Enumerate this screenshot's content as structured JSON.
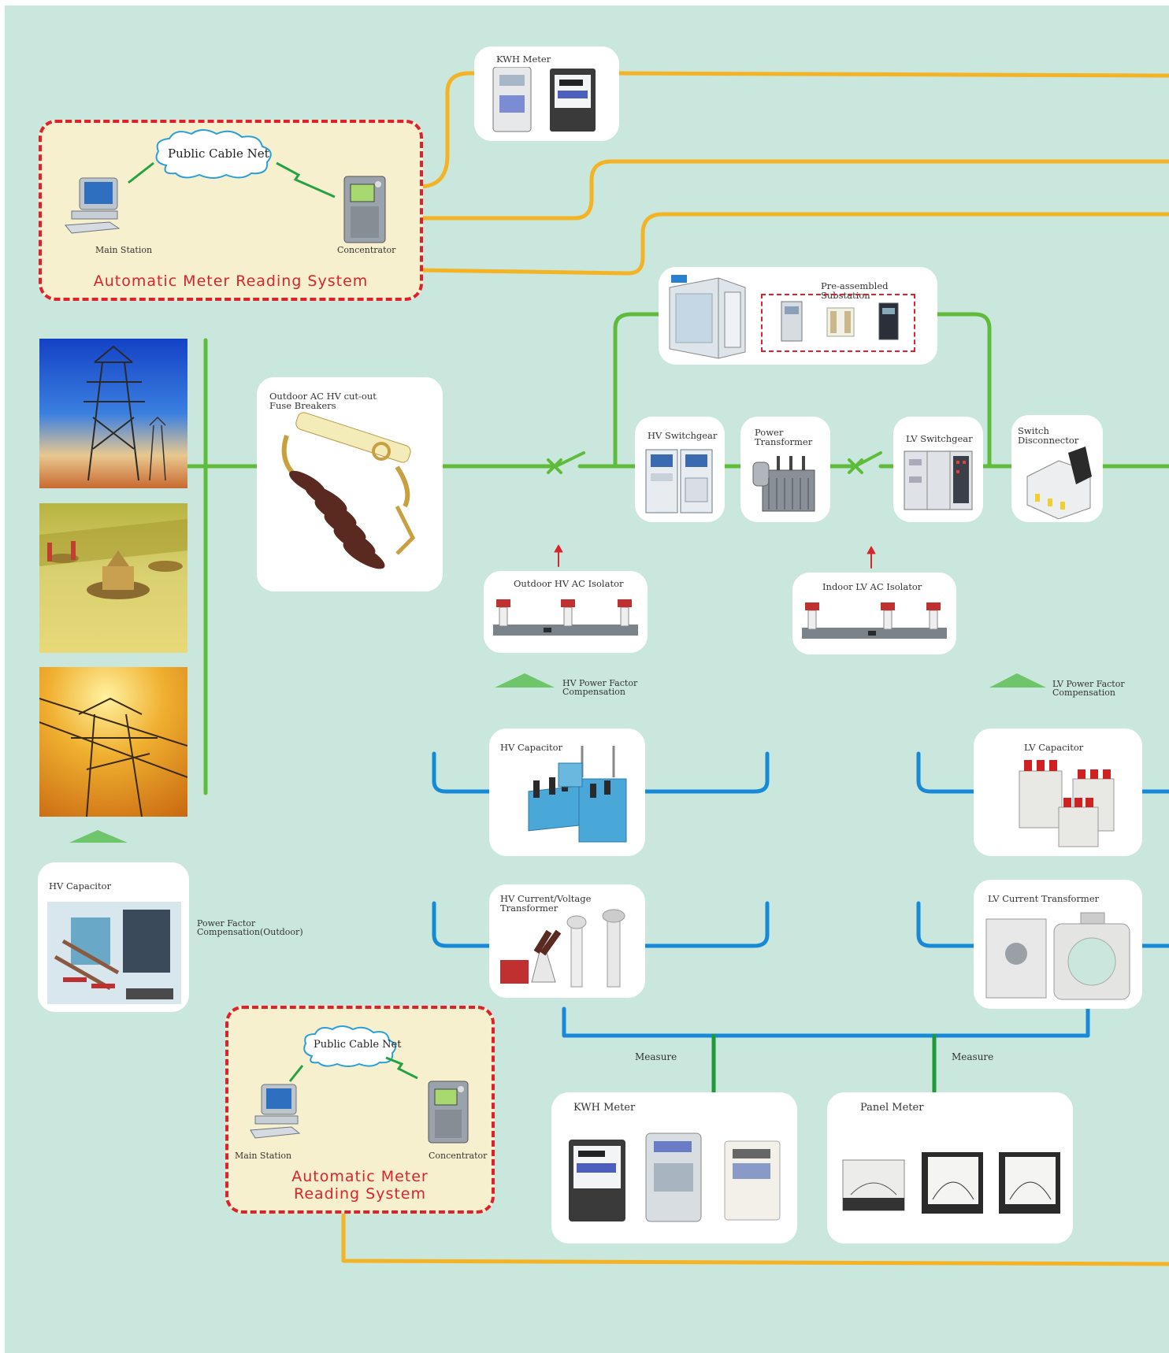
{
  "colors": {
    "background": "#c9e7dd",
    "green_line": "#5fbb3a",
    "orange_line": "#f4b325",
    "blue_line": "#1689d8",
    "dark_green_line": "#1e9a3a",
    "amr_border": "#e0202a",
    "amr_fill": "#f7f0cf"
  },
  "amr_top": {
    "cloud": "Public Cable Net",
    "main_station": "Main Station",
    "concentrator": "Concentrator",
    "title": "Automatic Meter Reading System"
  },
  "amr_bottom": {
    "cloud": "Public Cable Net",
    "main_station": "Main Station",
    "concentrator": "Concentrator",
    "title_line1": "Automatic Meter",
    "title_line2": "Reading System"
  },
  "cards": {
    "kwh_meter_top": "KWH Meter",
    "pre_assembled_substation": "Pre-assembled Substation",
    "fuse_breakers": "Outdoor AC HV cut-out\nFuse Breakers",
    "hv_switchgear": "HV Switchgear",
    "power_transformer": "Power\nTransformer",
    "lv_switchgear": "LV Switchgear",
    "switch_disconnector": "Switch Disconnector",
    "outdoor_hv_isolator": "Outdoor HV AC Isolator",
    "indoor_lv_isolator": "Indoor LV AC Isolator",
    "hv_capacitor": "HV Capacitor",
    "lv_capacitor": "LV Capacitor",
    "hv_ct_vt": "HV Current/Voltage\nTransformer",
    "lv_current_transformer": "LV Current Transformer",
    "hv_capacitor_outdoor": "HV Capacitor",
    "kwh_meter_bottom": "KWH Meter",
    "panel_meter": "Panel Meter"
  },
  "labels": {
    "hv_pfc": "HV Power Factor\nCompensation",
    "lv_pfc": "LV Power Factor\nCompensation",
    "pfc_outdoor": "Power Factor\nCompensation(Outdoor)",
    "measure_left": "Measure",
    "measure_right": "Measure"
  }
}
